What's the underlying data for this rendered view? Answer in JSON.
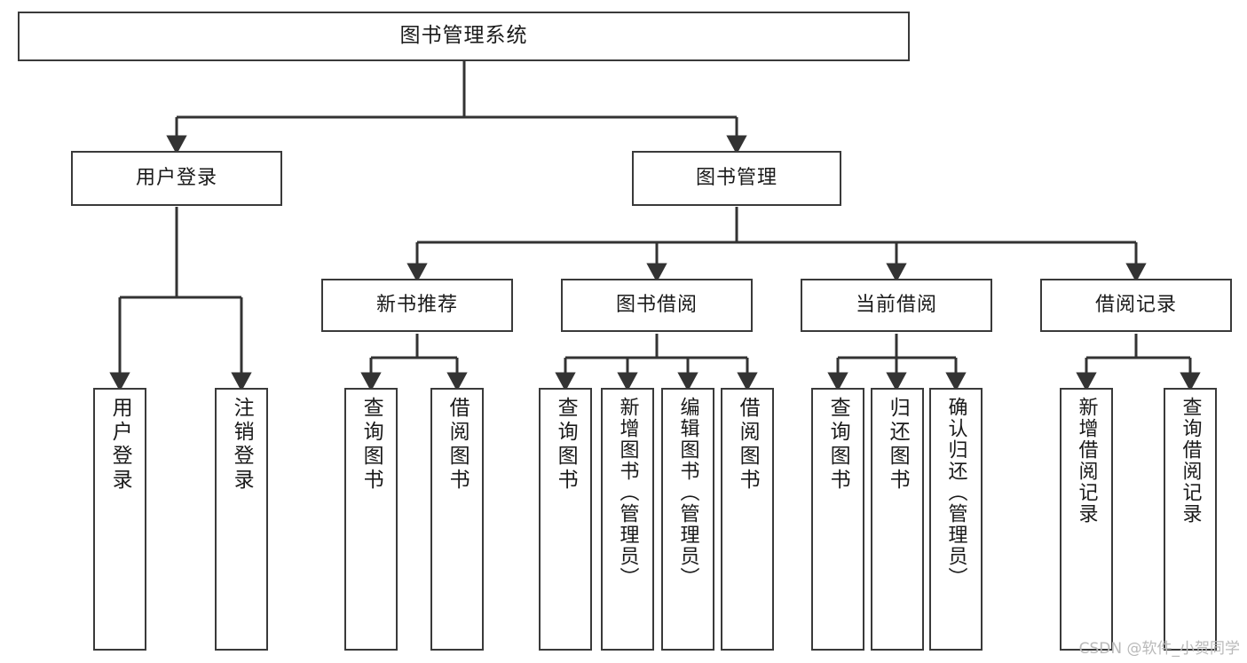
{
  "diagram": {
    "type": "tree-hierarchy-chart",
    "title": "图书管理系统",
    "orientation": "top-down",
    "colors": {
      "box_border": "#3a3a3a",
      "box_fill": "#ffffff",
      "connector": "#333333",
      "text": "#1a1a1a",
      "watermark": "#b9b9b9"
    },
    "root": {
      "label": "图书管理系统"
    },
    "level2": [
      {
        "id": "user-login",
        "label": "用户登录"
      },
      {
        "id": "book-manage",
        "label": "图书管理"
      }
    ],
    "level3": [
      {
        "id": "new-book-recommend",
        "label": "新书推荐"
      },
      {
        "id": "book-borrow",
        "label": "图书借阅"
      },
      {
        "id": "current-borrow",
        "label": "当前借阅"
      },
      {
        "id": "borrow-record",
        "label": "借阅记录"
      }
    ],
    "leaves": {
      "user_login": [
        {
          "id": "leaf-user-login",
          "label": "用户登录"
        },
        {
          "id": "leaf-logout-login",
          "label": "注销登录"
        }
      ],
      "new_book_recommend": [
        {
          "id": "leaf-query-book-1",
          "label": "查询图书"
        },
        {
          "id": "leaf-borrow-book-1",
          "label": "借阅图书"
        }
      ],
      "book_borrow": [
        {
          "id": "leaf-query-book-2",
          "label": "查询图书"
        },
        {
          "id": "leaf-add-book",
          "label": "新增图书（管理员）"
        },
        {
          "id": "leaf-edit-book",
          "label": "编辑图书（管理员）"
        },
        {
          "id": "leaf-borrow-book-2",
          "label": "借阅图书"
        }
      ],
      "current_borrow": [
        {
          "id": "leaf-query-book-3",
          "label": "查询图书"
        },
        {
          "id": "leaf-return-book",
          "label": "归还图书"
        },
        {
          "id": "leaf-confirm-return",
          "label": "确认归还（管理员）"
        }
      ],
      "borrow_record": [
        {
          "id": "leaf-add-record",
          "label": "新增借阅记录"
        },
        {
          "id": "leaf-query-record",
          "label": "查询借阅记录"
        }
      ]
    }
  },
  "watermark": {
    "text": "CSDN @软件_小贺同学"
  }
}
